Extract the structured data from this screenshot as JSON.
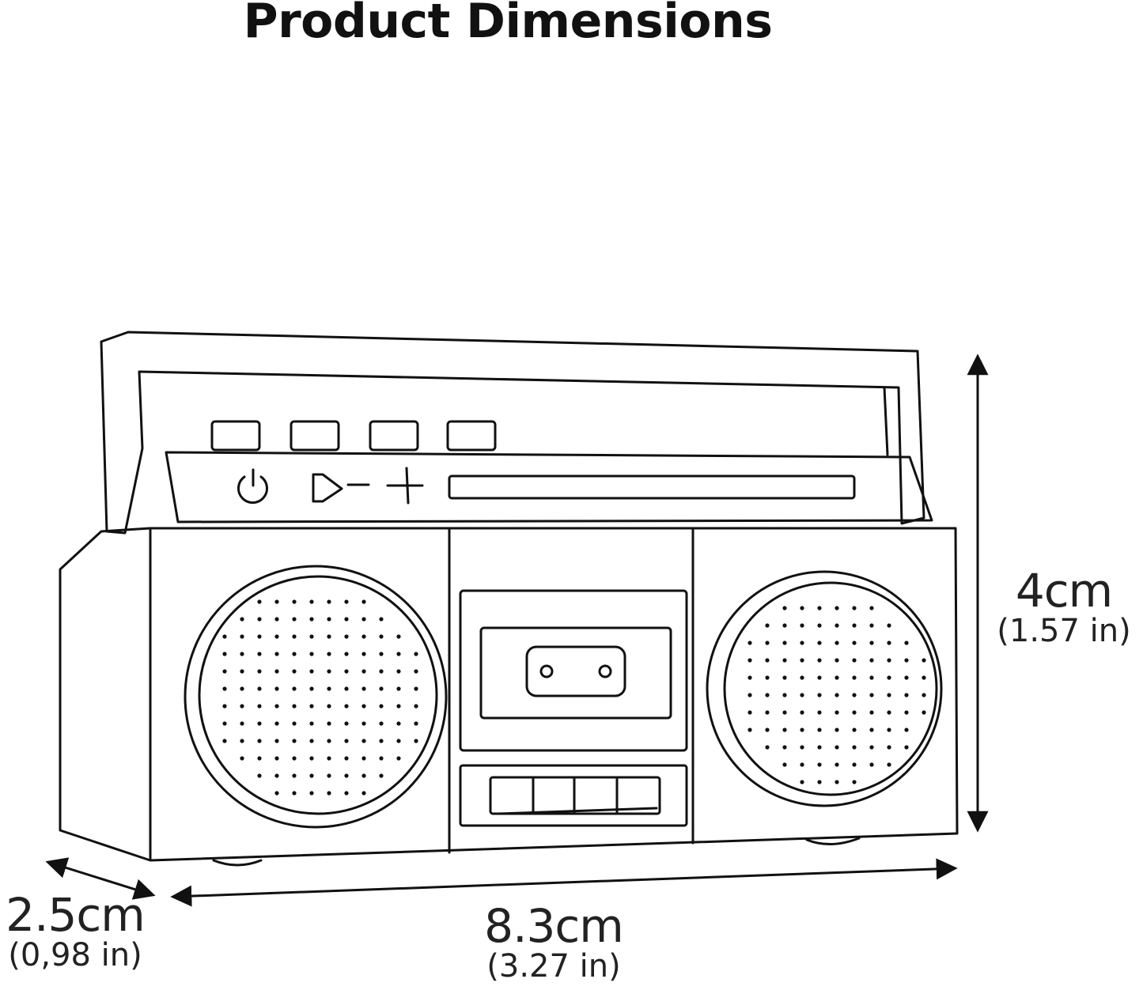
{
  "title": "Product Dimensions",
  "dimensions": {
    "height": {
      "metric": "4cm",
      "imperial": "(1.57 in)"
    },
    "width": {
      "metric": "8.3cm",
      "imperial": "(3.27 in)"
    },
    "depth": {
      "metric": "2.5cm",
      "imperial": "(0,98 in)"
    }
  },
  "icons": [
    "power-icon",
    "volume-down-icon",
    "volume-up-icon"
  ],
  "colors": {
    "line": "#111111",
    "background": "#ffffff"
  }
}
